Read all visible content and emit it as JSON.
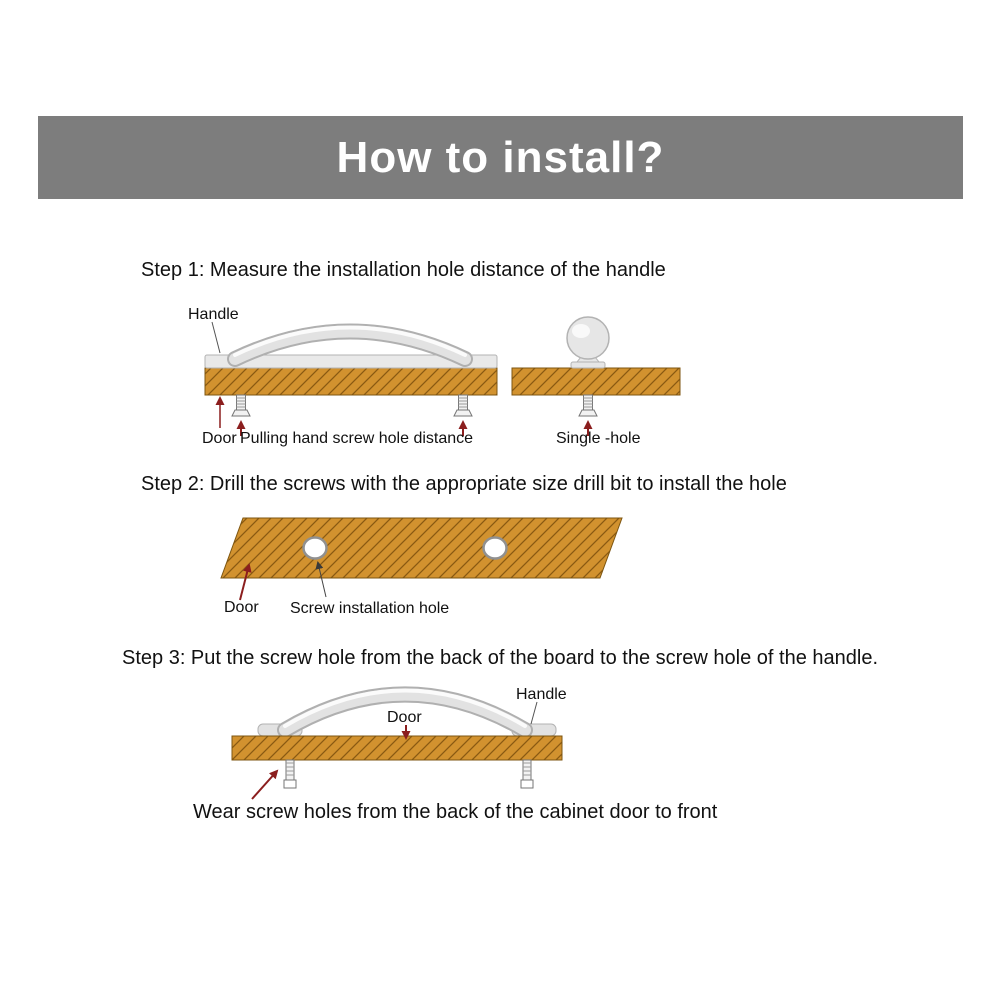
{
  "banner": {
    "title": "How to install?"
  },
  "steps": [
    {
      "heading": "Step 1: Measure the installation hole distance of the handle"
    },
    {
      "heading": "Step 2: Drill the screws with the appropriate size drill bit to install the hole"
    },
    {
      "heading": "Step 3: Put the screw hole from the back of the board to the screw hole of the handle."
    }
  ],
  "diagram1": {
    "handle_label": "Handle",
    "door_label": "Door",
    "distance_label": "Pulling hand screw hole distance",
    "single_hole_label": "Single -hole"
  },
  "diagram2": {
    "door_label": "Door",
    "hole_label": "Screw installation hole"
  },
  "diagram3": {
    "handle_label": "Handle",
    "door_label": "Door"
  },
  "footer": {
    "text": "Wear screw holes from the back of the cabinet door to front"
  },
  "colors": {
    "banner_bg": "#7d7d7d",
    "banner_text": "#ffffff",
    "wood": "#d2922f",
    "wood_hatch": "#8a5a12",
    "handle_gray": "#e0e0e0",
    "arrow_red": "#8b1e1e",
    "text": "#111111"
  }
}
